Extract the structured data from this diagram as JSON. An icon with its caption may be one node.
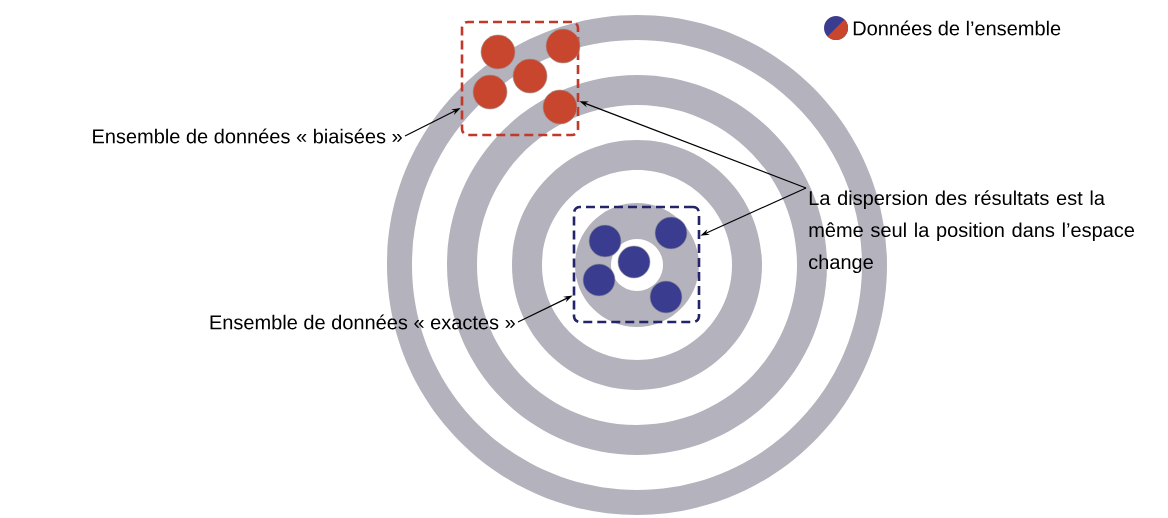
{
  "diagram": {
    "nodes": [
      {
        "text": [],
        "shape": "box"
      },
      {
        "text": [],
        "shape": "box"
      },
      {
        "text": [
          "Ensemble de données « biaisées »"
        ]
      },
      {
        "text": [
          "Ensemble de données « exactes »"
        ]
      },
      {
        "text": [
          "La dispersion des résultats est la même seul la position dans l’espace change"
        ]
      }
    ],
    "edges": [
      {
        "from": 2,
        "to": 0,
        "arrow": "to"
      },
      {
        "from": 4,
        "to": 0,
        "arrow": "to"
      },
      {
        "from": 4,
        "to": 1,
        "arrow": "to"
      },
      {
        "from": 3,
        "to": 1,
        "arrow": "to"
      }
    ],
    "legend": [
      {
        "text": "Données de l’ensemble"
      }
    ]
  }
}
